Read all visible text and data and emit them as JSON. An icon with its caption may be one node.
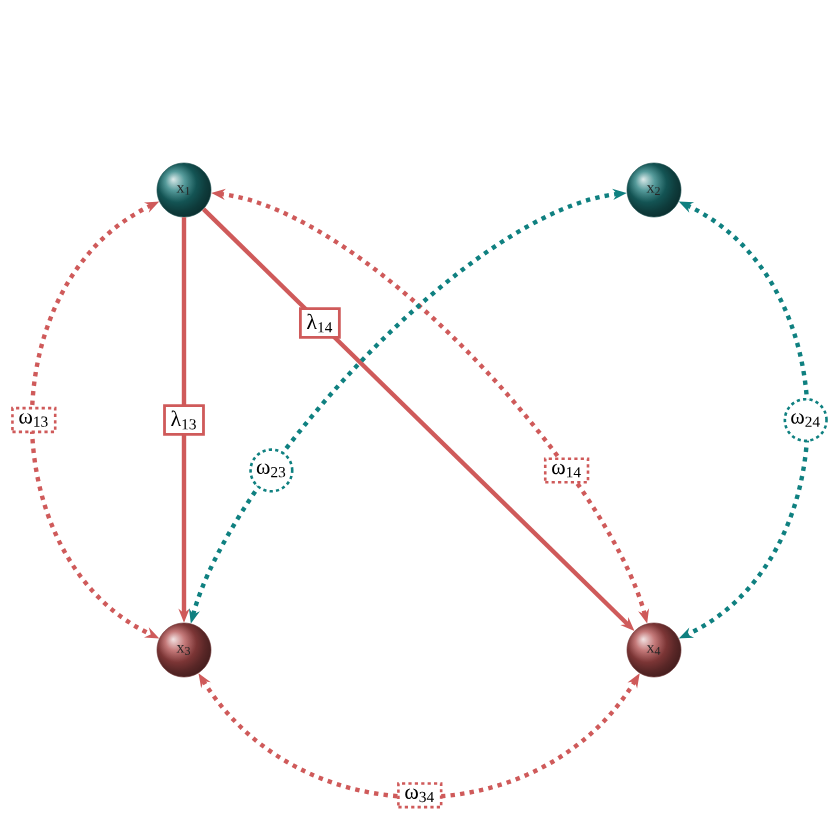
{
  "diagram": {
    "nodes": [
      {
        "text": [
          "x$_{1}$"
        ]
      },
      {
        "text": [
          "x$_{2}$"
        ]
      },
      {
        "text": [
          "x$_{3}$"
        ]
      },
      {
        "text": [
          "x$_{4}$"
        ]
      }
    ],
    "edges": [
      {
        "from": 0,
        "to": 2,
        "arrow": "to",
        "label": "λ$_{13}$"
      },
      {
        "from": 0,
        "to": 3,
        "arrow": "to",
        "label": "λ$_{14}$"
      },
      {
        "from": 0,
        "to": 2,
        "arrow": "both",
        "label": "ω$_{13}$",
        "style": "dashed"
      },
      {
        "from": 0,
        "to": 3,
        "arrow": "both",
        "label": "ω$_{14}$",
        "style": "dashed"
      },
      {
        "from": 1,
        "to": 2,
        "arrow": "both",
        "label": "ω$_{23}$",
        "style": "dashed",
        "color": "#0f8080"
      },
      {
        "from": 1,
        "to": 3,
        "arrow": "both",
        "label": "ω$_{24}$",
        "style": "dashed",
        "color": "#0f8080"
      },
      {
        "from": 2,
        "to": 3,
        "arrow": "both",
        "label": "ω$_{34}$",
        "style": "dashed"
      }
    ]
  }
}
